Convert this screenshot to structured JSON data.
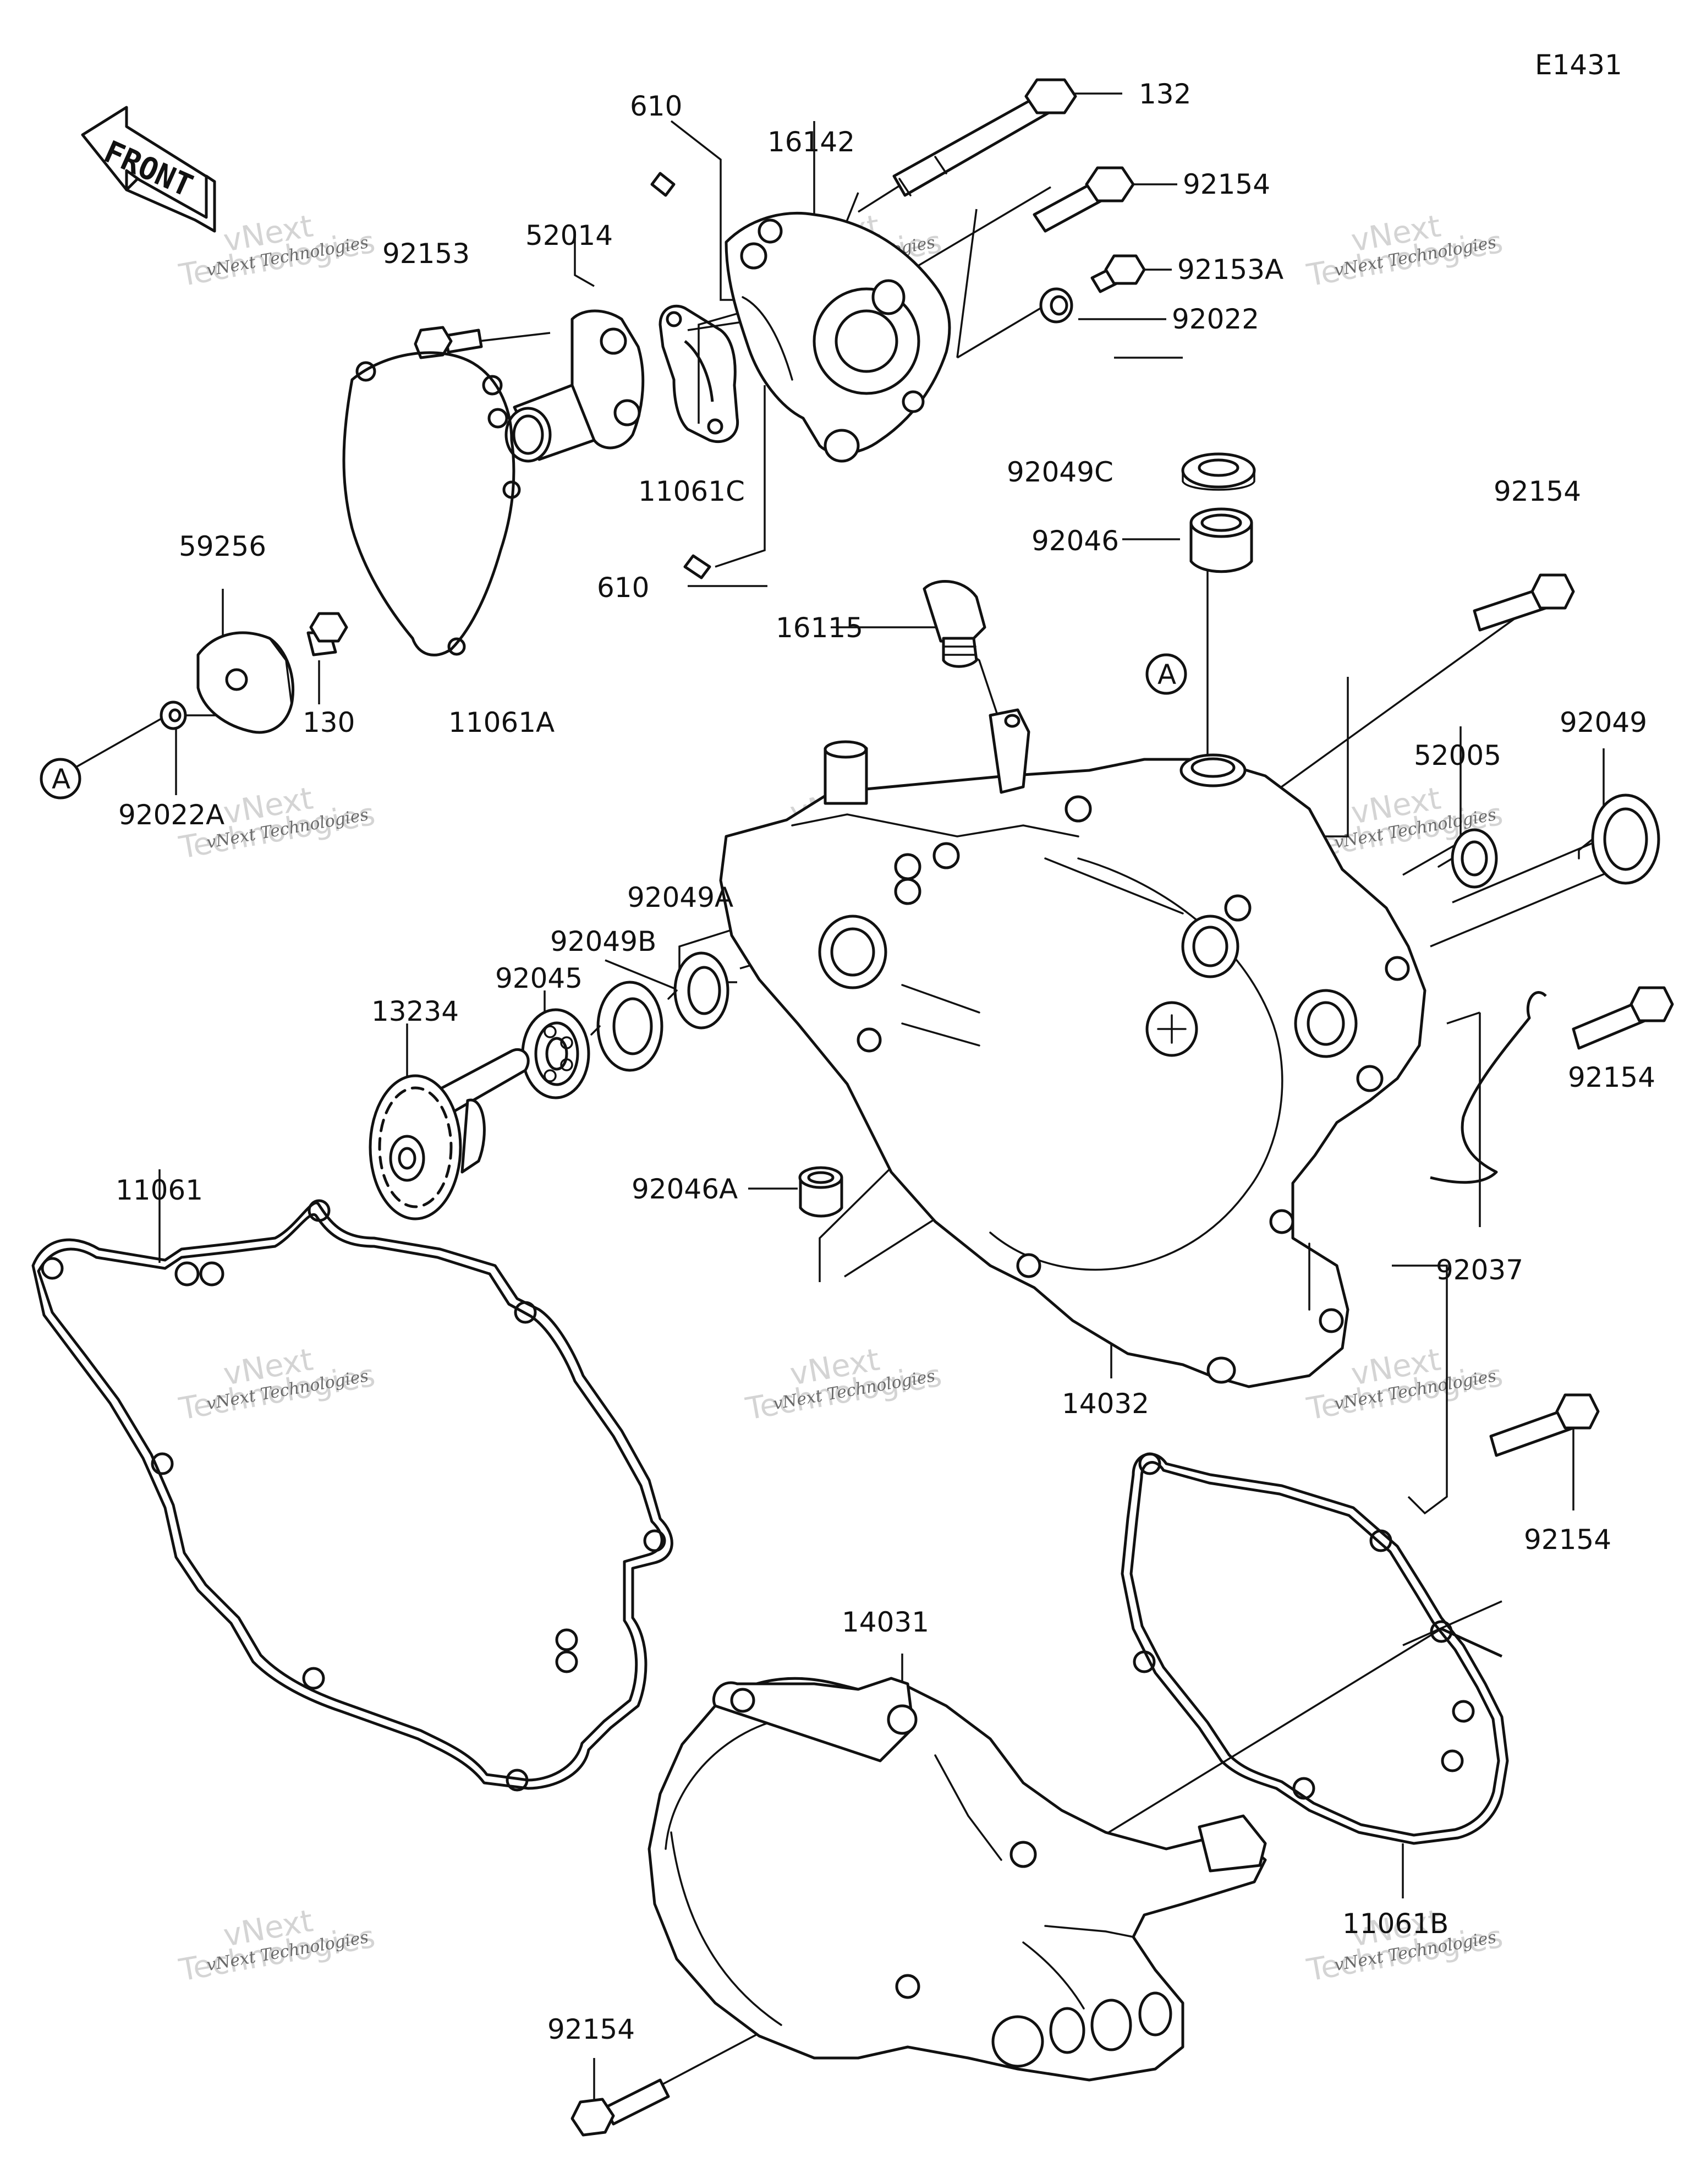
{
  "diagram_code": "E1431",
  "front_arrow_label": "FRONT",
  "callout_letter": "A",
  "watermark": {
    "line1": "vNext Technologies",
    "line2": "Technologies",
    "line3": "vNext"
  },
  "labels": {
    "p132": "132",
    "p92154_a": "92154",
    "p92153a": "92153A",
    "p92022": "92022",
    "p610_top": "610",
    "p16142": "16142",
    "p52014": "52014",
    "p92153": "92153",
    "p11061c": "11061C",
    "p610_mid": "610",
    "p92049c": "92049C",
    "p92046": "92046",
    "p92154_b": "92154",
    "p59256": "59256",
    "p130": "130",
    "p11061a": "11061A",
    "p92022a": "92022A",
    "p16115": "16115",
    "p52005": "52005",
    "p92049": "92049",
    "p92049a": "92049A",
    "p92049b": "92049B",
    "p92045": "92045",
    "p13234": "13234",
    "p92154_c": "92154",
    "p11061": "11061",
    "p92046a": "92046A",
    "p92037": "92037",
    "p14032": "14032",
    "p92154_d": "92154",
    "p14031": "14031",
    "p11061b": "11061B",
    "p92154_e": "92154"
  }
}
